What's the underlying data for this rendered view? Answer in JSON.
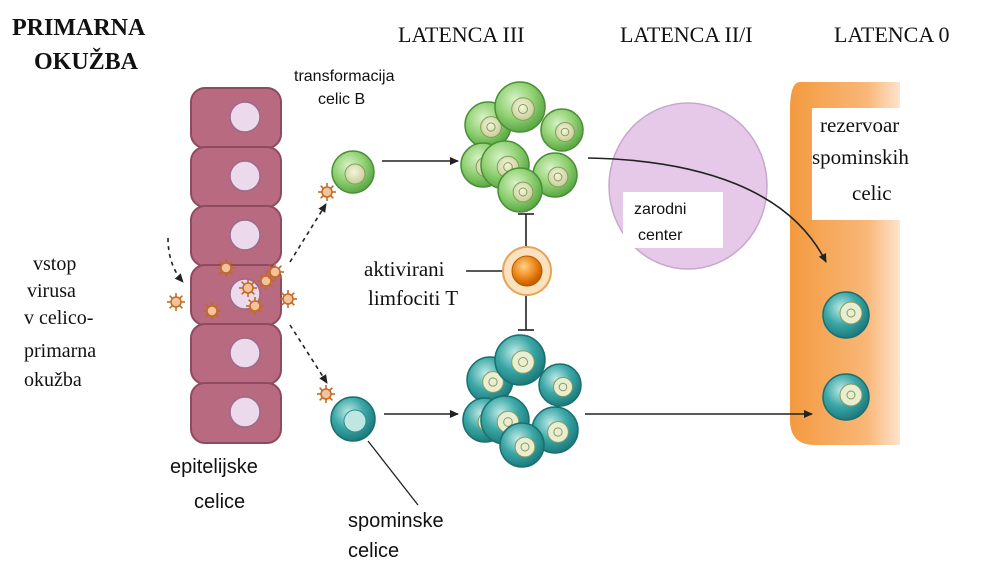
{
  "title": {
    "line1": "PRIMARNA",
    "line2": "OKUŽBA"
  },
  "headers": {
    "latency3": "LATENCA  III",
    "latency2": "LATENCA II/I",
    "latency0": "LATENCA 0"
  },
  "labels": {
    "transformation": {
      "line1": "transformacija",
      "line2": "celic B"
    },
    "virus_entry": {
      "line1": "vstop",
      "line2": "virusa",
      "line3": "v celico-",
      "line4": "primarna",
      "line5": "okužba"
    },
    "epithelial": {
      "line1": "epitelijske",
      "line2": "celice"
    },
    "memory_cells": {
      "line1": "spominske",
      "line2": "celice"
    },
    "activated_t": {
      "line1": "aktivirani",
      "line2": "limfociti T"
    },
    "germinal_center": {
      "line1": "zarodni",
      "line2": "center"
    },
    "reservoir": {
      "line1": "rezervoar",
      "line2": "spominskih",
      "line3": "celic"
    }
  },
  "colors": {
    "epithelial_cell": "#b9687e",
    "epithelial_nucleus": "#ecd9ec",
    "b_cell_green": "#8fd071",
    "memory_teal": "#2fa3a3",
    "t_cell_orange": "#f08a1c",
    "germinal_center": "#e3c6e6",
    "reservoir_band": "#f7a04a",
    "virus": "#c26a28"
  }
}
